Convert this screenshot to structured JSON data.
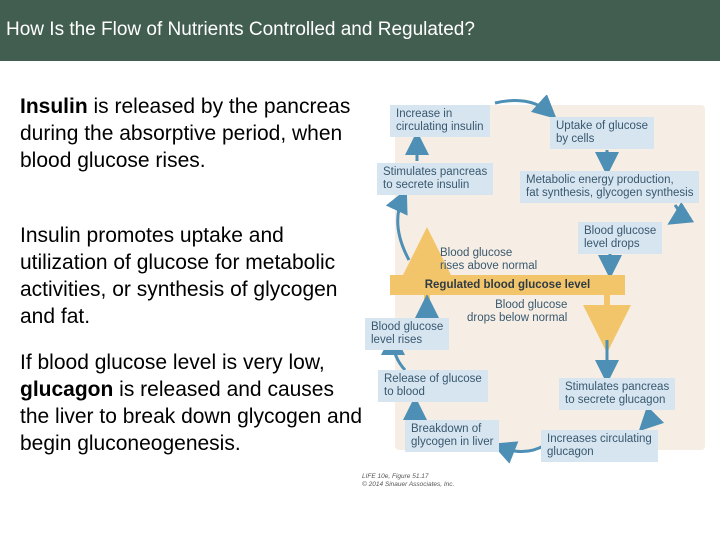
{
  "title": "How Is the Flow of Nutrients Controlled and Regulated?",
  "paragraphs": [
    {
      "bold": "Insulin",
      "text": " is released by the pancreas during the absorptive period, when blood glucose rises."
    },
    {
      "bold": "",
      "text": "Insulin promotes uptake and utilization of glucose for metabolic activities, or synthesis of glycogen and fat."
    },
    {
      "lead": "If blood glucose level is very low, ",
      "bold": "glucagon",
      "text": " is released and causes the liver to break down glycogen and begin gluconeogenesis."
    }
  ],
  "diagram": {
    "boxes": {
      "increase_insulin_1": "Increase in",
      "increase_insulin_2": "circulating insulin",
      "uptake_1": "Uptake of glucose",
      "uptake_2": "by cells",
      "stimulates_insulin_1": "Stimulates pancreas",
      "stimulates_insulin_2": "to secrete insulin",
      "metabolic_1": "Metabolic energy production,",
      "metabolic_2": "fat synthesis, glycogen synthesis",
      "level_drops_1": "Blood glucose",
      "level_drops_2": "level drops",
      "level_rises_1": "Blood glucose",
      "level_rises_2": "level rises",
      "release_1": "Release of glucose",
      "release_2": "to blood",
      "stimulates_glucagon_1": "Stimulates pancreas",
      "stimulates_glucagon_2": "to secrete glucagon",
      "breakdown_1": "Breakdown of",
      "breakdown_2": "glycogen in liver",
      "increase_glucagon_1": "Increases circulating",
      "increase_glucagon_2": "glucagon"
    },
    "above_normal_1": "Blood glucose",
    "above_normal_2": "rises above normal",
    "regulated_label": "Regulated blood glucose level",
    "below_normal_1": "Blood glucose",
    "below_normal_2": "drops below normal",
    "credit_1": "LIFE 10e, Figure 51.17",
    "credit_2": "© 2014 Sinauer Associates, Inc.",
    "colors": {
      "box_fill": "#d7e5f1",
      "box_text": "#38586e",
      "arrow": "#4e8fb5",
      "regulated_bar": "#f3c56a",
      "background": "#f6eee4"
    }
  }
}
